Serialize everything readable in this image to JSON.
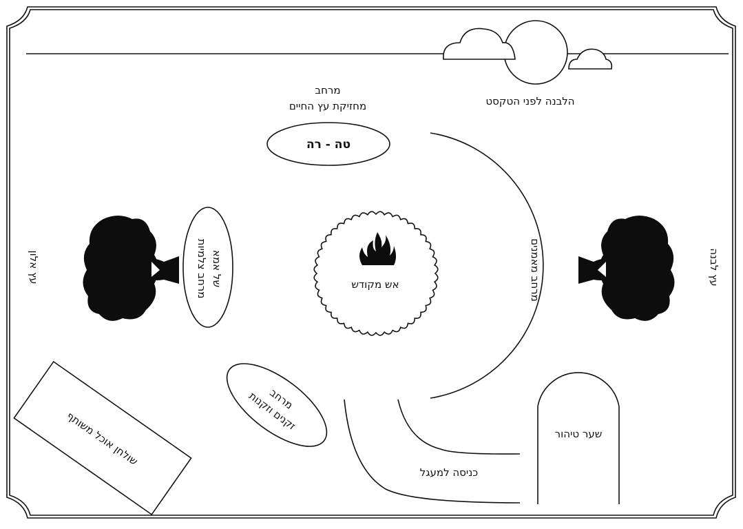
{
  "labels": {
    "space_tree_of_life_line1": "מרחב",
    "space_tree_of_life_line2": "מחזיקת עץ החיים",
    "moon": "הלבנה לפני הטקסט",
    "center_top": "טה - רה",
    "left_tree": "עץ אלון",
    "right_tree": "עץ לבנה",
    "space_women_line1": "מרחב צלמיות",
    "space_women_line2": "של אמא",
    "fire": "אש מקודש",
    "space_arc": "מרחב מאמנים",
    "space_elders_line1": "מרחב",
    "space_elders_line2": "זקנים וזקנות",
    "shared_table": "שולחן אוכל משותף",
    "entrance": "כניסה למעגל",
    "purification_gate": "שער טיהור"
  },
  "icons": {
    "tree_left": "tree-icon",
    "tree_right": "tree-icon",
    "fire": "flame-icon",
    "moon": "moon-icon",
    "clouds": "cloud-icon"
  },
  "colors": {
    "ink": "#111111",
    "paper": "#ffffff"
  }
}
